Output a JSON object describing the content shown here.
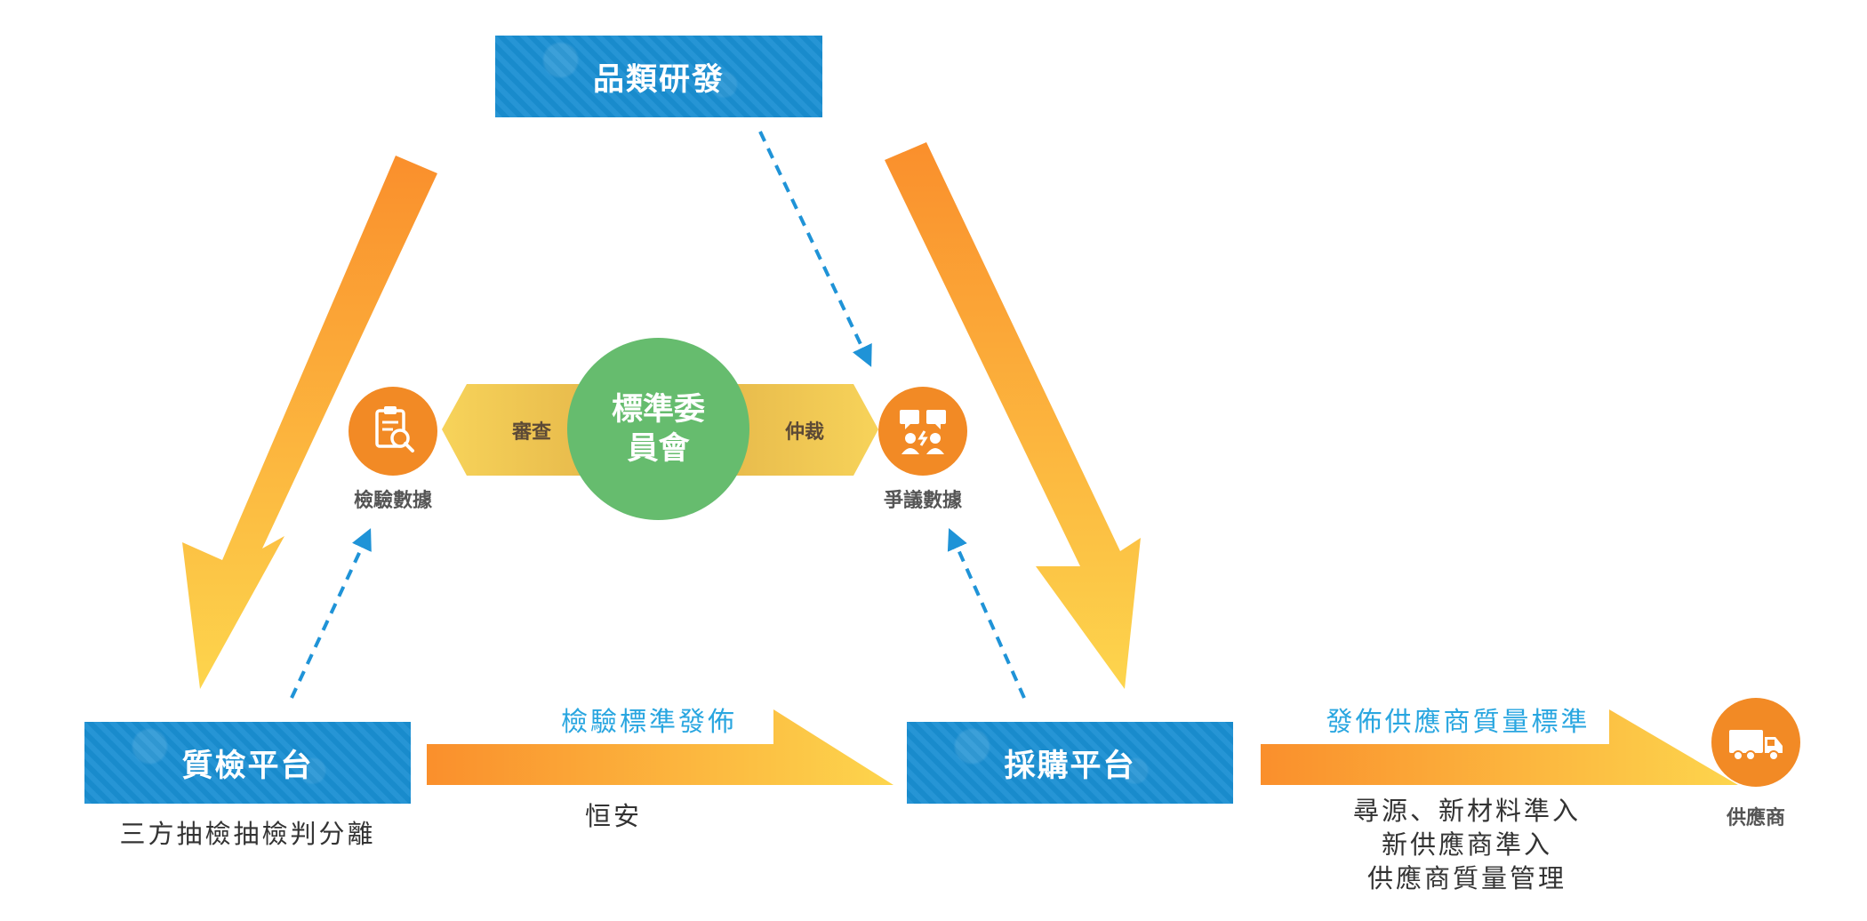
{
  "top_box": {
    "label": "品類研發"
  },
  "left_box": {
    "label": "質檢平台",
    "caption": "三方抽檢抽檢判分離"
  },
  "mid_box": {
    "label": "採購平台"
  },
  "committee": {
    "line1": "標準委",
    "line2": "員會"
  },
  "hex": {
    "left_label": "審查",
    "right_label": "仲裁"
  },
  "icons": {
    "inspection": {
      "icon": "clipboard-search-icon",
      "label": "檢驗數據"
    },
    "dispute": {
      "icon": "dispute-people-icon",
      "label": "爭議數據"
    },
    "supplier": {
      "icon": "truck-icon",
      "label": "供應商"
    }
  },
  "arrow1": {
    "label": "檢驗標準發佈",
    "caption": "恒安"
  },
  "arrow2": {
    "label": "發佈供應商質量標準",
    "caption_lines": [
      "尋源、新材料準入",
      "新供應商準入",
      "供應商質量管理"
    ]
  },
  "colors": {
    "box_blue": "#1a8fd3",
    "orange": "#f28a25",
    "arrow_start": "#fa8f2c",
    "arrow_end": "#fdd54d",
    "green": "#66bc6e",
    "hex_gold": "#f2c34d",
    "dash_blue": "#1f93d7",
    "label_blue": "#29a6e0"
  }
}
